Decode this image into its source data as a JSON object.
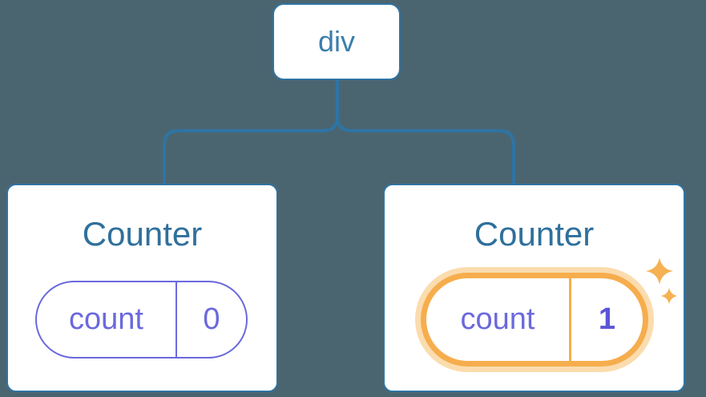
{
  "diagram": {
    "description": "React component tree with state",
    "root": {
      "label": "div"
    },
    "children": [
      {
        "title": "Counter",
        "state": {
          "name": "count",
          "value": "0"
        },
        "highlighted": false
      },
      {
        "title": "Counter",
        "state": {
          "name": "count",
          "value": "1"
        },
        "highlighted": true
      }
    ]
  },
  "colors": {
    "background": "#4b6570",
    "line_blue": "#2e74a4",
    "root_label_blue": "#3b7fab",
    "title_blue": "#2f709c",
    "state_purple": "#6b69dd",
    "highlight_value_purple": "#5a55d6",
    "highlight_orange": "#f6ad4d",
    "highlight_glow": "#fbdcae",
    "sparkle_orange": "#f5b152",
    "card_background": "#ffffff"
  },
  "icons": {
    "sparkle": "four-point-star"
  }
}
